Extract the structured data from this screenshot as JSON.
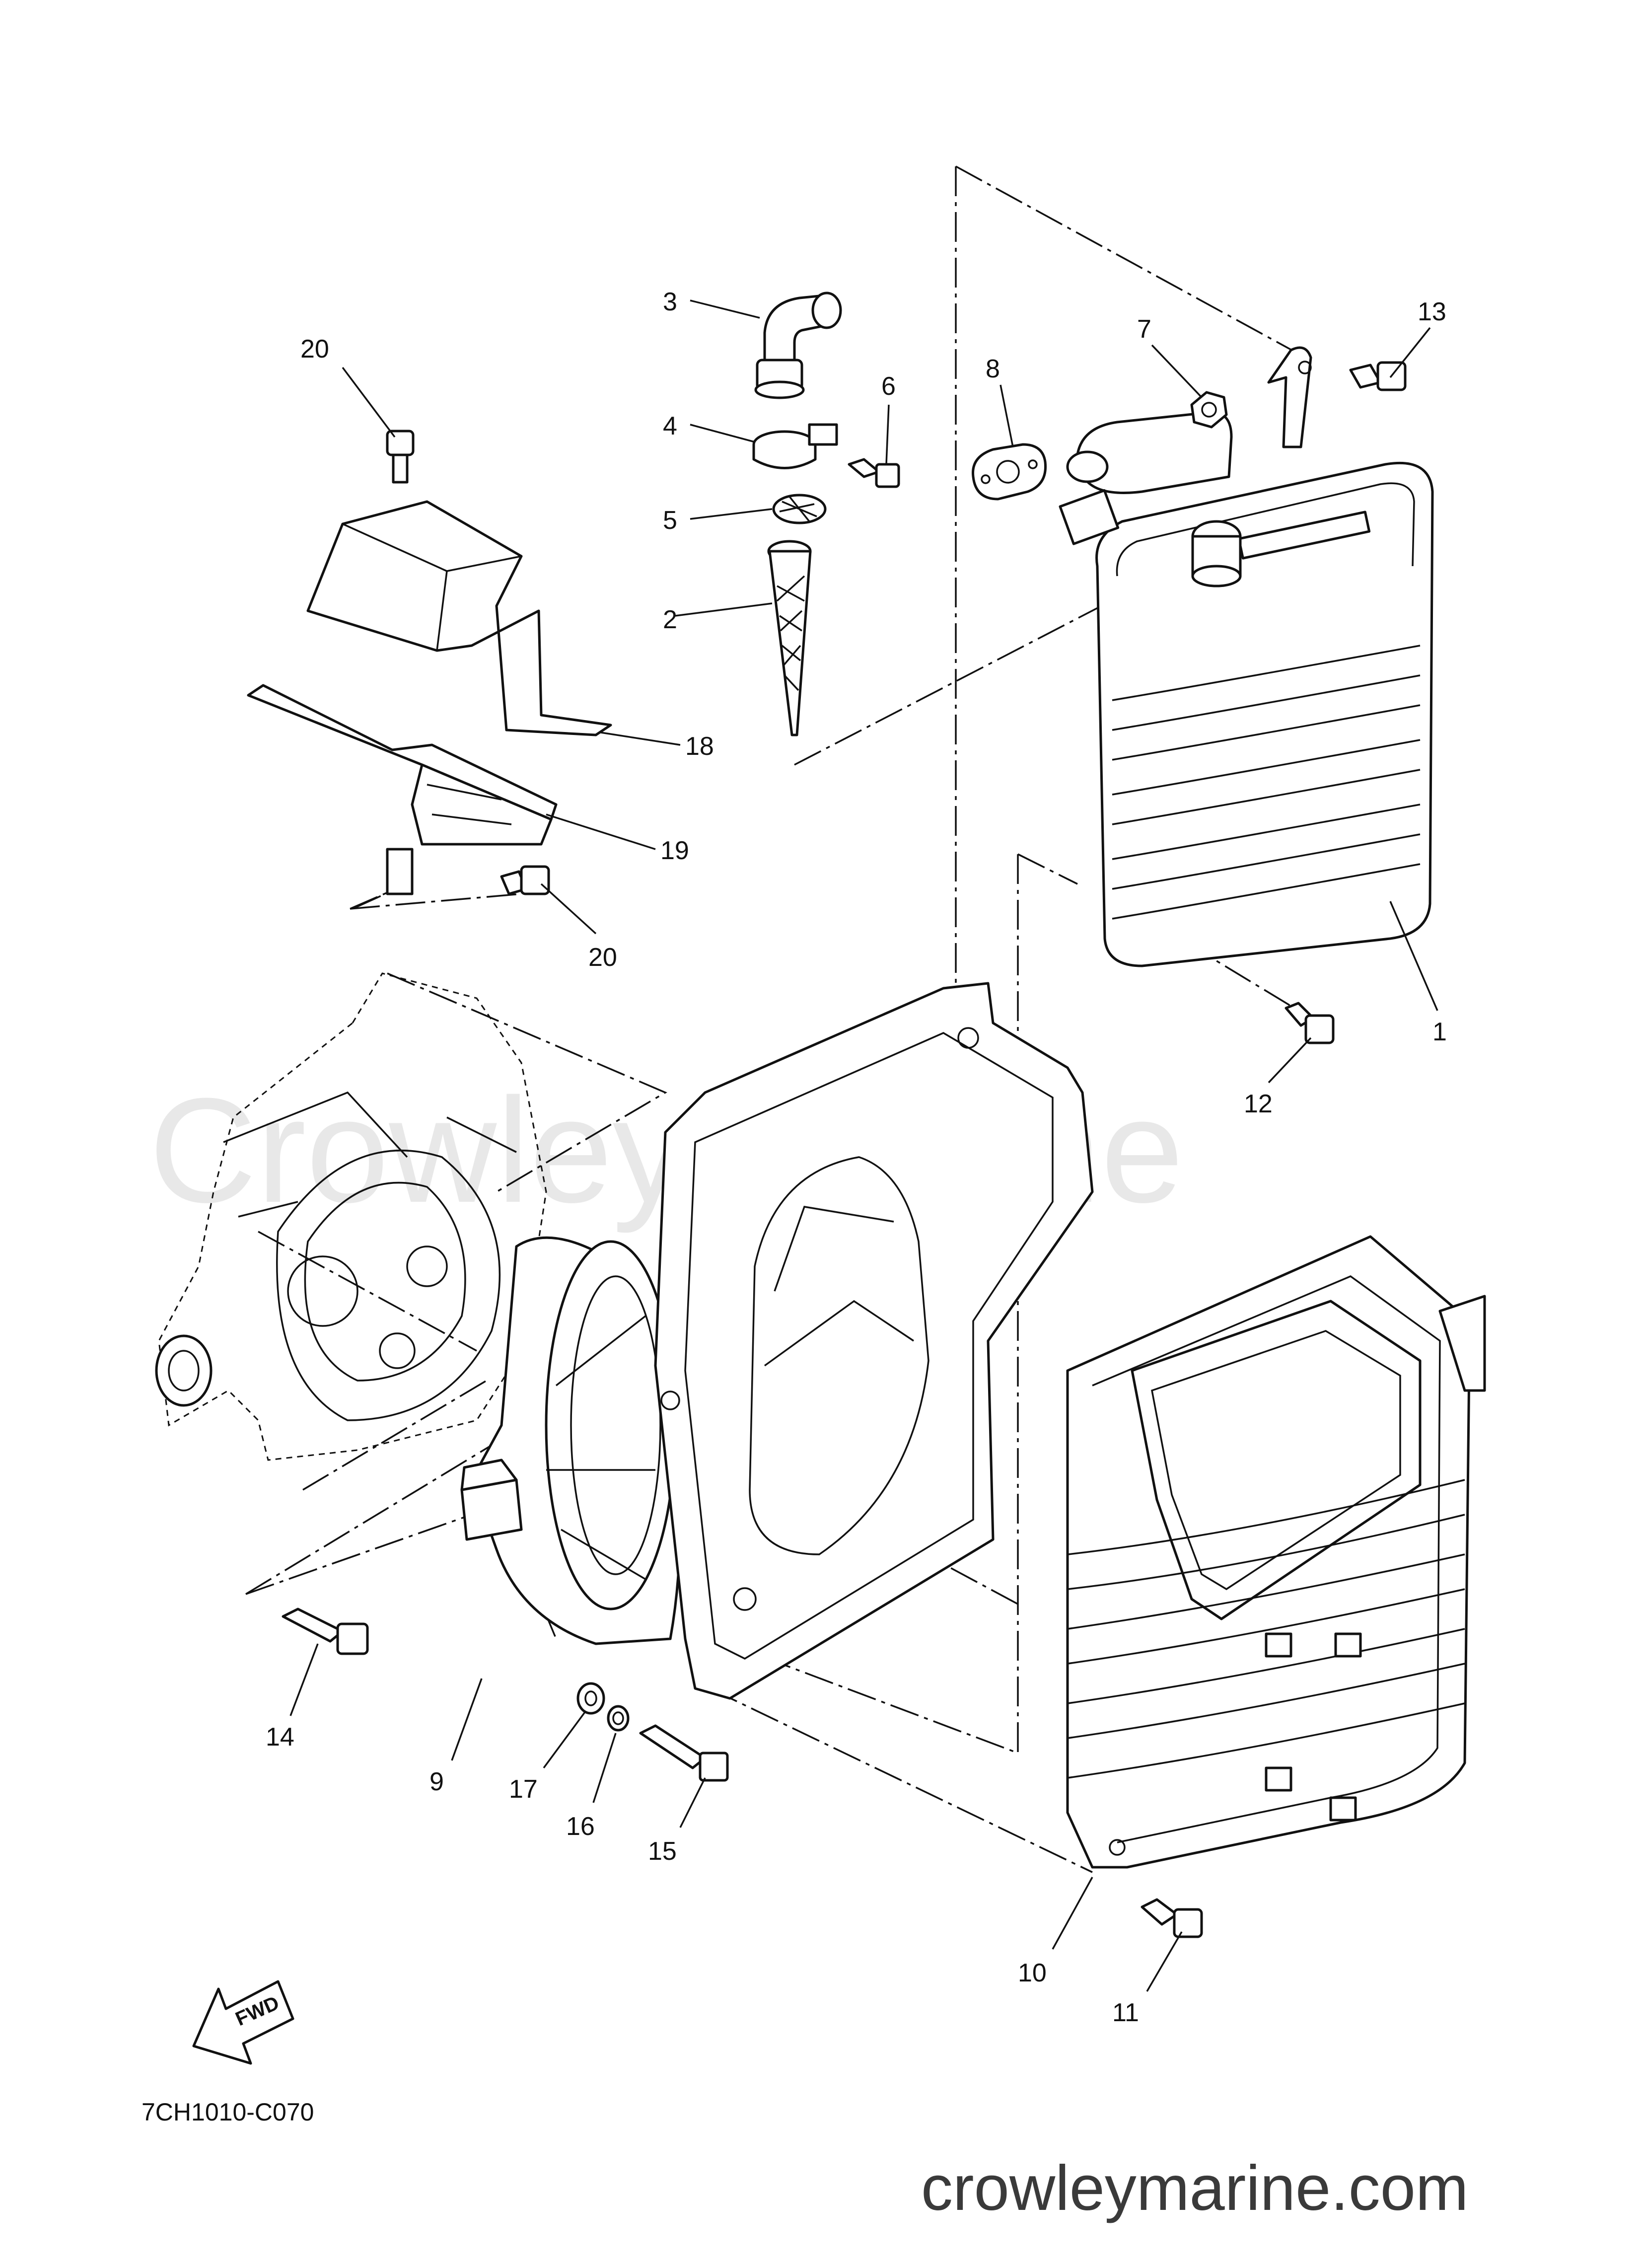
{
  "watermark": "Crowley Marine",
  "site": "crowleymarine.com",
  "diagram_code": "7CH1010-C070",
  "fwd_label": "FWD",
  "callouts": {
    "c1": "1",
    "c2": "2",
    "c3": "3",
    "c4": "4",
    "c5": "5",
    "c6": "6",
    "c7": "7",
    "c8": "8",
    "c9": "9",
    "c10": "10",
    "c11": "11",
    "c12": "12",
    "c13": "13",
    "c14": "14",
    "c15": "15",
    "c16": "16",
    "c17": "17",
    "c18": "18",
    "c19": "19",
    "c20a": "20",
    "c20b": "20"
  }
}
